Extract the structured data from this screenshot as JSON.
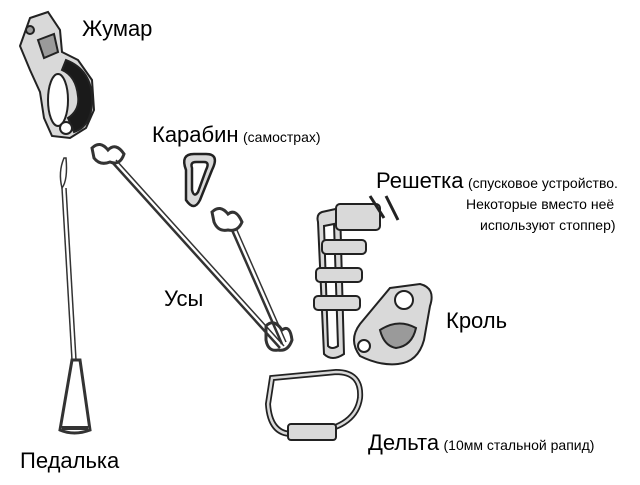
{
  "labels": {
    "jumar": "Жумар",
    "carabiner": "Карабин",
    "carabiner_note": "(самострах)",
    "rack": "Решетка",
    "rack_note_1": "(спусковое устройство.",
    "rack_note_2": "Некоторые вместо неё",
    "rack_note_3": "используют стоппер)",
    "whiskers": "Усы",
    "croll": "Кроль",
    "pedal": "Педалька",
    "delta": "Дельта",
    "delta_note": "(10мм стальной рапид)"
  },
  "colors": {
    "outline": "#222222",
    "metal": "#d9d9d9",
    "metal_dark": "#9a9a9a",
    "grip": "#1a1a1a",
    "rope": "#333333"
  }
}
